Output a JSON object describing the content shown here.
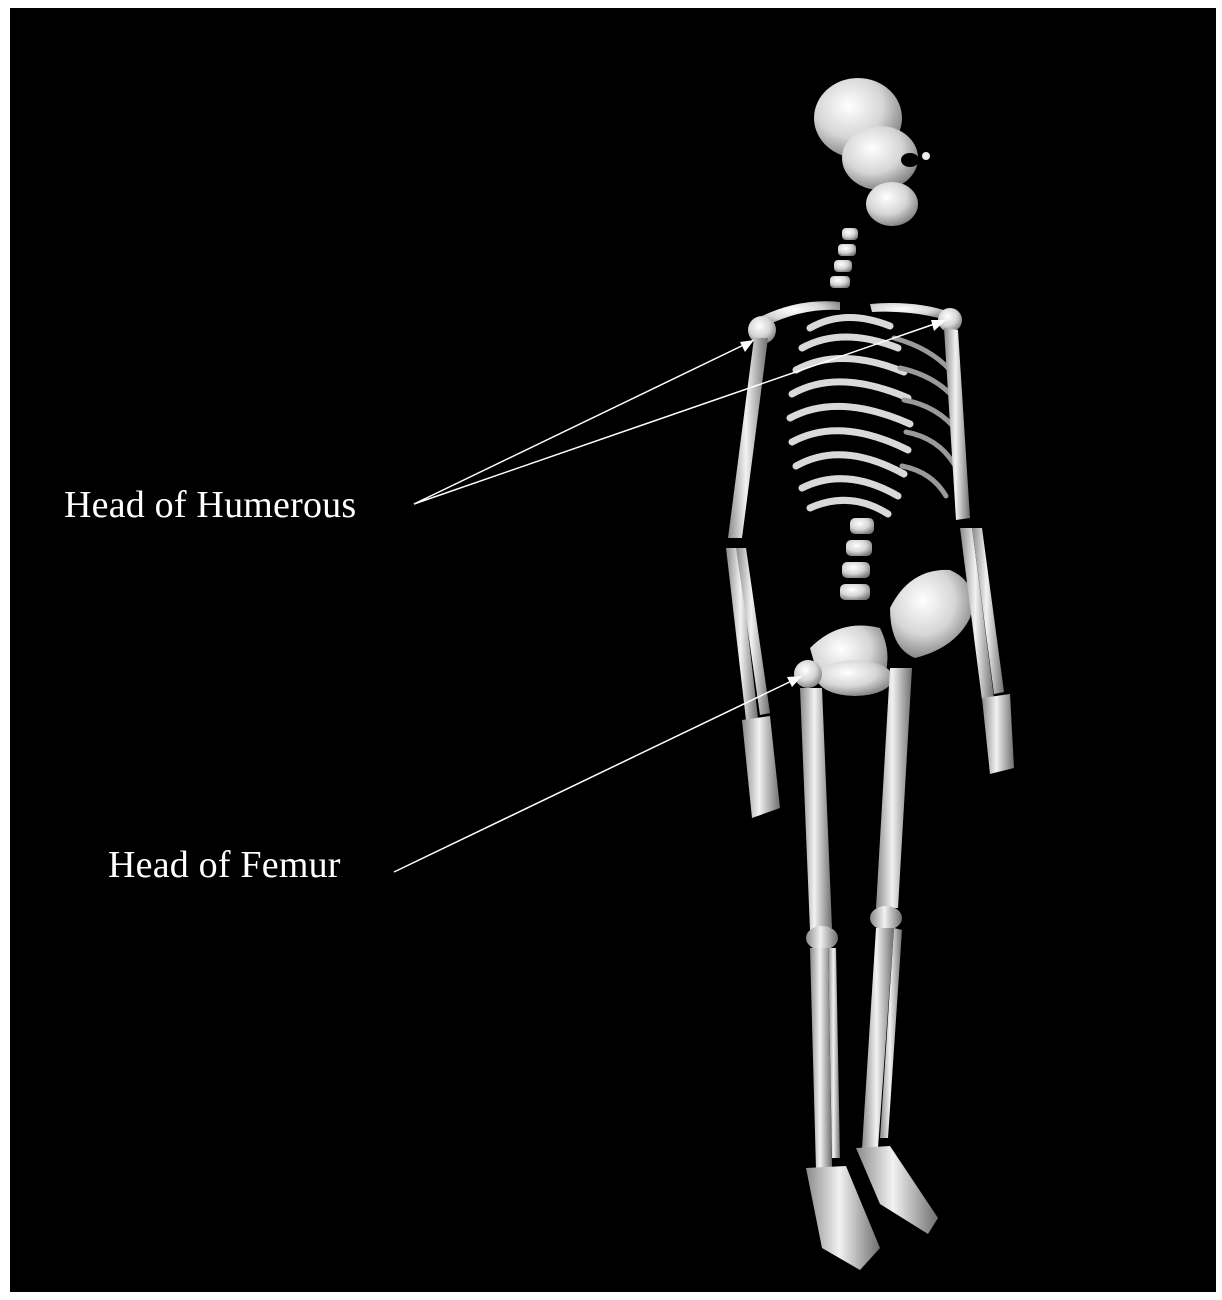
{
  "figure": {
    "background_color": "#000000",
    "bone_color": "#e8e8e8",
    "leader_line_color": "#ffffff",
    "subject": "skeleton-illustration"
  },
  "labels": {
    "humerus": "Head of Humerous",
    "femur": "Head of Femur"
  }
}
